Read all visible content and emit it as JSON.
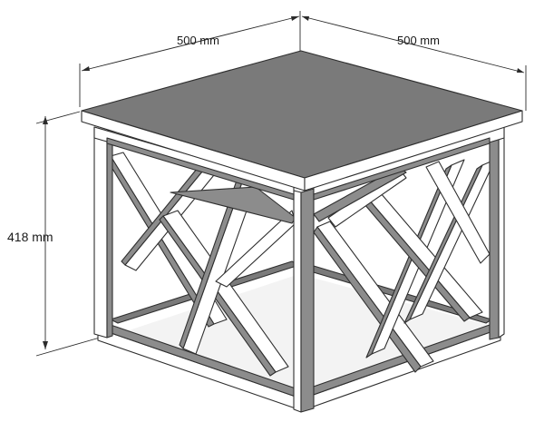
{
  "dimensions": {
    "width_label": "500 mm",
    "depth_label": "500 mm",
    "height_label": "418 mm"
  },
  "colors": {
    "tabletop": "#7a7a7a",
    "frame_face": "#ffffff",
    "frame_shade": "#8c8c8c",
    "frame_dark": "#5f5f5f",
    "outline": "#2f2f2f",
    "dimension_line": "#2b2b2b",
    "background": "#ffffff"
  }
}
